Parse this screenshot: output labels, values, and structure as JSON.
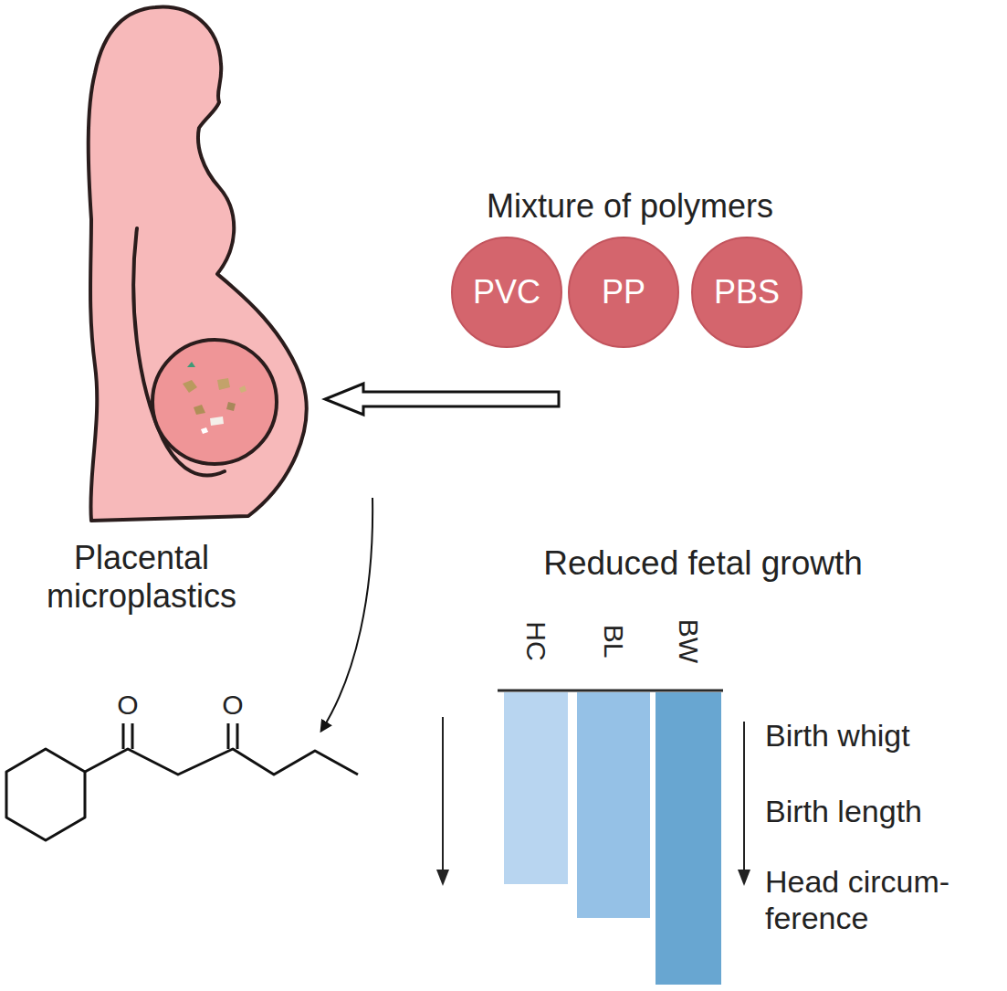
{
  "diagram": {
    "nodes": [
      {
        "text": [
          "PVC"
        ]
      },
      {
        "text": [
          "PP"
        ]
      },
      {
        "text": [
          "PBS"
        ]
      }
    ],
    "labels": [
      "Mixture of polymers",
      "Placental microplastics",
      "O",
      "O",
      "Reduced fetal growth",
      "HC",
      "BL",
      "BW",
      "Birth whigt",
      "Birth length",
      "Head circum- ference"
    ]
  }
}
